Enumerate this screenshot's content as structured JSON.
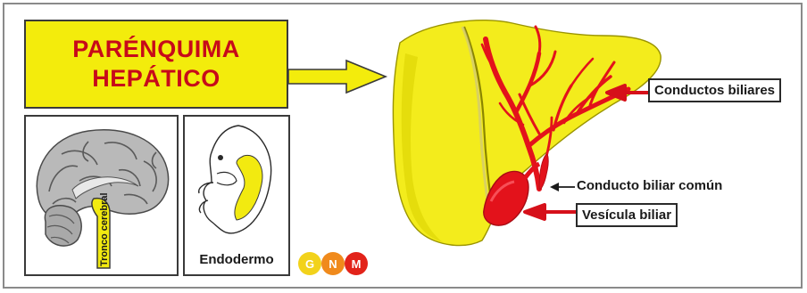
{
  "title": {
    "line1": "PARÉNQUIMA",
    "line2": "HEPÁTICO"
  },
  "labels": {
    "conductos_biliares": "Conductos biliares",
    "conducto_biliar_comun": "Conducto biliar común",
    "vesicula_biliar": "Vesícula biliar",
    "tronco_cerebral": "Tronco cerebral",
    "endodermo": "Endodermo"
  },
  "logo": {
    "letters": [
      "G",
      "N",
      "M"
    ],
    "colors": [
      "#f2d21b",
      "#f08a1c",
      "#e2231a"
    ]
  },
  "colors": {
    "title_bg": "#f3ec0c",
    "title_text": "#c70a1a",
    "liver": "#f3ec1c",
    "ducts": "#e3121b",
    "arrow_red": "#d6101a"
  }
}
